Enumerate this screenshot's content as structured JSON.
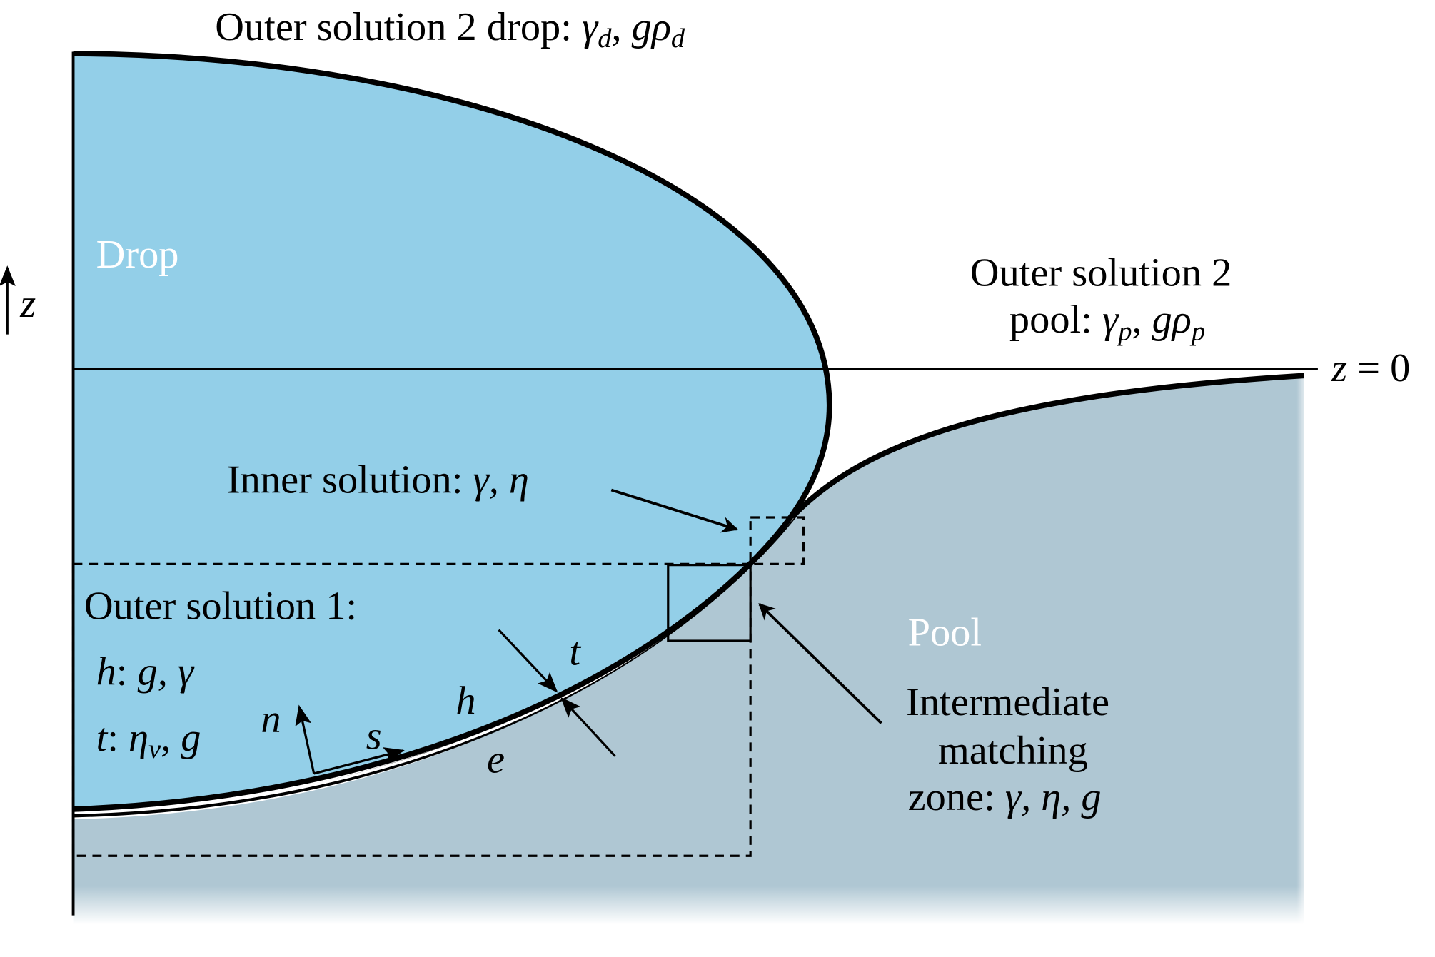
{
  "colors": {
    "drop": "#93cfe8",
    "pool": "#afc7d3",
    "line": "#000000"
  },
  "labels": {
    "outer2_drop": {
      "text": "Outer solution 2 drop: ",
      "g1": "γ",
      "s1": "d",
      "sep": ", ",
      "g2": "gρ",
      "s2": "d"
    },
    "drop": "Drop",
    "z_axis": "z",
    "outer2_pool_line1": "Outer solution 2",
    "outer2_pool": {
      "text": "pool: ",
      "g1": "γ",
      "s1": "p",
      "sep": ", ",
      "g2": "gρ",
      "s2": "p"
    },
    "z_zero": {
      "z": "z",
      "eq": " = 0"
    },
    "inner": {
      "text": "Inner solution: ",
      "vars": "γ, η"
    },
    "outer1_title": "Outer solution 1:",
    "outer1_h": {
      "var": "h",
      "rest": ": ",
      "vars": "g, γ"
    },
    "outer1_t": {
      "var": "t",
      "rest": ": ",
      "g1": "η",
      "s1": "v",
      "vars": ", g"
    },
    "n": "n",
    "s": "s",
    "h": "h",
    "t": "t",
    "e": "e",
    "pool": "Pool",
    "intermediate_line1": "Intermediate",
    "intermediate_line2": "matching",
    "intermediate_line3": {
      "text": "zone: ",
      "vars": "γ, η, g"
    }
  }
}
